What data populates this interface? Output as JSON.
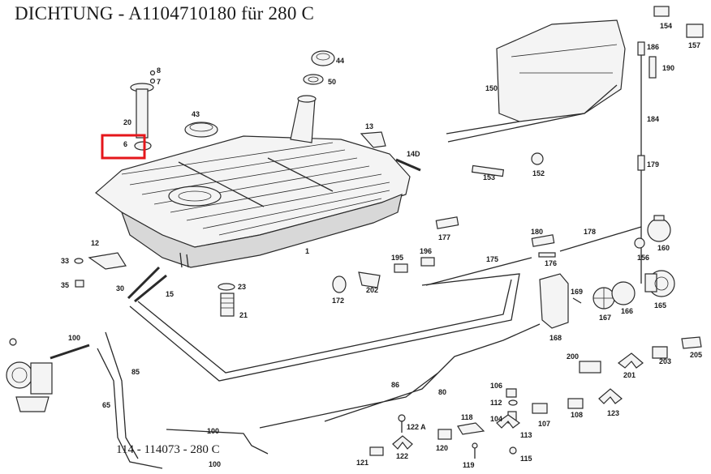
{
  "title": "DICHTUNG  - A1104710180 für 280 C",
  "footer": "114 - 114073 - 280 C",
  "highlight_label": "6",
  "labels": {
    "l8": "8",
    "l7": "7",
    "l20": "20",
    "l6": "6",
    "l43": "43",
    "l44": "44",
    "l50": "50",
    "l13": "13",
    "l14d": "14D",
    "l1": "1",
    "l12": "12",
    "l33": "33",
    "l35": "35",
    "l30": "30",
    "l15": "15",
    "l23": "23",
    "l21": "21",
    "l100a": "100",
    "l85": "85",
    "l65": "65",
    "l100b": "100",
    "l100c": "100",
    "l86": "86",
    "l80": "80",
    "l150": "150",
    "l154": "154",
    "l157": "157",
    "l186": "186",
    "l190": "190",
    "l184": "184",
    "l179": "179",
    "l152": "152",
    "l153": "153",
    "l177": "177",
    "l180": "180",
    "l178": "178",
    "l176": "176",
    "l175": "175",
    "l195": "195",
    "l196": "196",
    "l172": "172",
    "l202": "202",
    "l160": "160",
    "l156": "156",
    "l165": "165",
    "l169": "169",
    "l167": "167",
    "l166": "166",
    "l168": "168",
    "l200": "200",
    "l201": "201",
    "l203": "203",
    "l205": "205",
    "l106": "106",
    "l112": "112",
    "l104": "104",
    "l107": "107",
    "l108": "108",
    "l123": "123",
    "l122a": "122 A",
    "l118": "118",
    "l113": "113",
    "l122": "122",
    "l120": "120",
    "l121": "121",
    "l119": "119",
    "l115": "115"
  }
}
